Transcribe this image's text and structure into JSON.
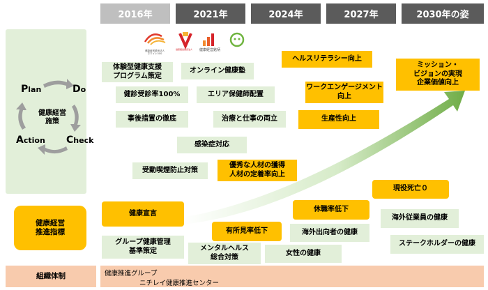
{
  "headers": [
    "2016年",
    "2021年",
    "2024年",
    "2027年",
    "2030年の姿"
  ],
  "left": {
    "cycle": {
      "plan_cap": "P",
      "plan_rest": "lan",
      "do_cap": "D",
      "do_rest": "o",
      "check_cap": "C",
      "check_rest": "heck",
      "action_cap": "A",
      "action_rest": "ction",
      "center": "健康経営\n施策"
    },
    "indicator": "健康経営\n推進指標",
    "org": "組織体制"
  },
  "logos": {
    "logo1": "健康経営優良法人\nホワイト500",
    "logo2": "健康経営優良法人",
    "logo3": "健康経営銘柄"
  },
  "measures": {
    "experience_program": "体験型健康支援\nプログラム策定",
    "online_health": "オンライン健康塾",
    "checkup_rate": "健診受診率100%",
    "area_nurse": "エリア保健師配置",
    "followup": "事後措置の徹底",
    "treatment_work": "治療と仕事の両立",
    "infection": "感染症対応",
    "passive_smoking": "受動喫煙防止対策",
    "talent": "優秀な人材の獲得\n人材の定着率向上",
    "literacy": "ヘルスリテラシー向上",
    "engagement": "ワークエンゲージメント\n向上",
    "productivity": "生産性向上",
    "mission": "ミッション・\nビジョンの実現\n企業価値向上"
  },
  "indicators": {
    "declaration": "健康宣言",
    "group_mgmt": "グループ健康管理\n基準策定",
    "sickness_rate": "有所見率低下",
    "mental": "メンタルヘルス\n総合対策",
    "absence": "休職率低下",
    "overseas": "海外出向者の健康",
    "women": "女性の健康",
    "zero_death": "現役死亡０",
    "overseas_staff": "海外従業員の健康",
    "stakeholders": "ステークホルダーの健康"
  },
  "org_lines": [
    "健康推進グループ",
    "ニチレイ健康推進センター"
  ],
  "colors": {
    "header_dark": "#5b5b5b",
    "header_light": "#bfbfbf",
    "green_box": "#e2efd9",
    "yellow_box": "#ffc000",
    "org_bar": "#f8cbad",
    "arrow": "#70ad47"
  }
}
